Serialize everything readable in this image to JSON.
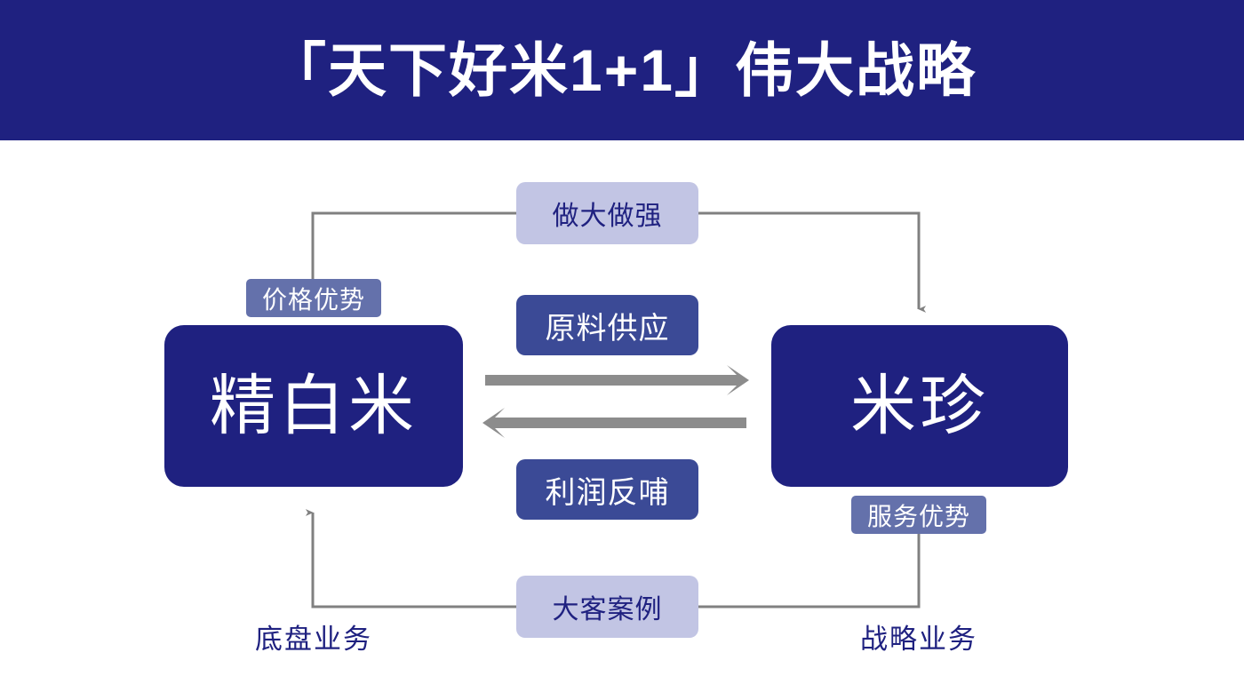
{
  "header": {
    "title": "「天下好米1+1」伟大战略"
  },
  "colors": {
    "brand_navy": "#1f2180",
    "chip_solid": "#3b4a96",
    "chip_light": "#c2c5e4",
    "tag_periwinkle": "#6471ab",
    "connector_gray": "#808080",
    "arrow_gray": "#8c8c8c",
    "page_background": "#ffffff"
  },
  "diagram": {
    "entities": [
      {
        "id": "left",
        "label": "精白米"
      },
      {
        "id": "right",
        "label": "米珍"
      }
    ],
    "advantage_tags": [
      {
        "id": "price",
        "label": "价格优势",
        "attached_to": "left"
      },
      {
        "id": "service",
        "label": "服务优势",
        "attached_to": "right"
      }
    ],
    "relations": [
      {
        "id": "grow",
        "label": "做大做强",
        "style": "light"
      },
      {
        "id": "supply",
        "label": "原料供应",
        "style": "solid",
        "direction": "left-to-right"
      },
      {
        "id": "profit",
        "label": "利润反哺",
        "style": "solid",
        "direction": "right-to-left"
      },
      {
        "id": "cases",
        "label": "大客案例",
        "style": "light"
      }
    ],
    "business_captions": [
      {
        "id": "left",
        "label": "底盘业务"
      },
      {
        "id": "right",
        "label": "战略业务"
      }
    ]
  }
}
